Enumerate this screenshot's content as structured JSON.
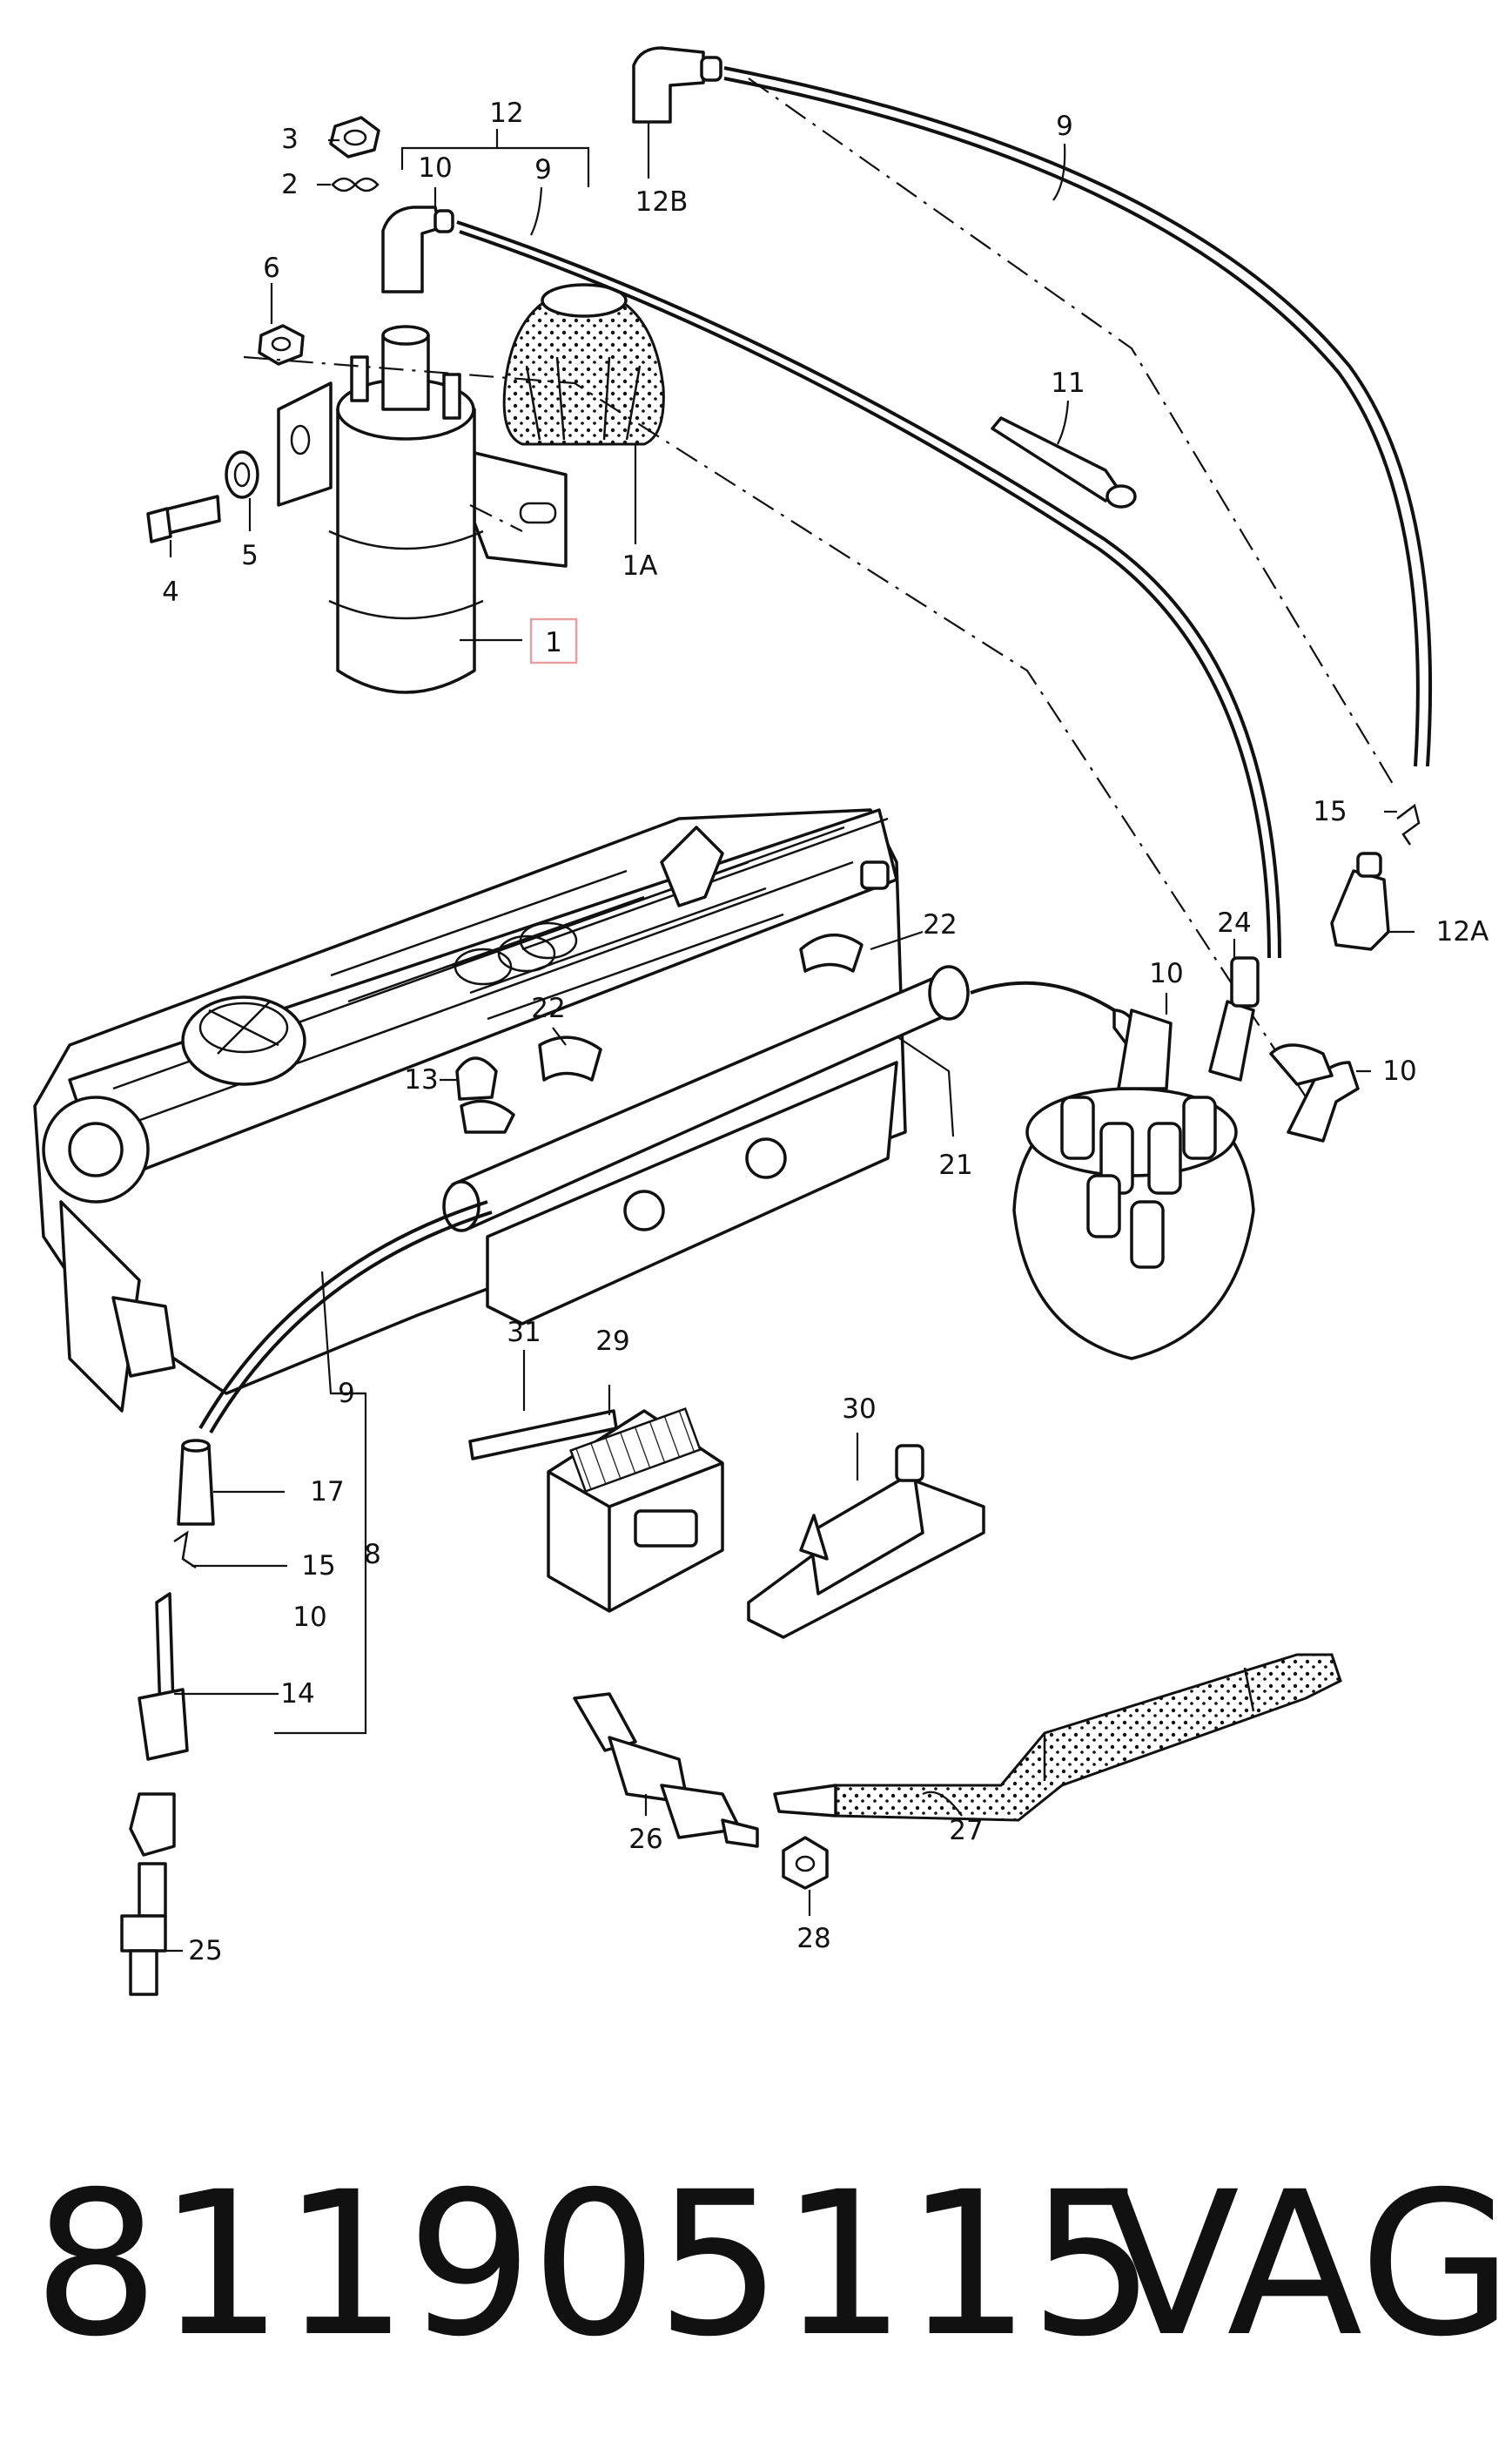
{
  "labels": {
    "l1": "1",
    "l1A": "1A",
    "l2": "2",
    "l3": "3",
    "l4": "4",
    "l5": "5",
    "l6": "6",
    "l8": "8",
    "l9_top": "9",
    "l9_coil": "9",
    "l9_lower": "9",
    "l10_coil": "10",
    "l10_dist_left": "10",
    "l10_dist_right": "10",
    "l10_lower": "10",
    "l11": "11",
    "l12": "12",
    "l12A": "12A",
    "l12B": "12B",
    "l13": "13",
    "l14": "14",
    "l15_right": "15",
    "l15_lower": "15",
    "l17": "17",
    "l21": "21",
    "l22_right": "22",
    "l22_left": "22",
    "l24": "24",
    "l25": "25",
    "l26": "26",
    "l27": "27",
    "l28": "28",
    "l29": "29",
    "l30": "30",
    "l31": "31"
  },
  "highlight_color": "#e8a0a0",
  "footer": {
    "part_number": "811905115",
    "brand": "VAG"
  }
}
